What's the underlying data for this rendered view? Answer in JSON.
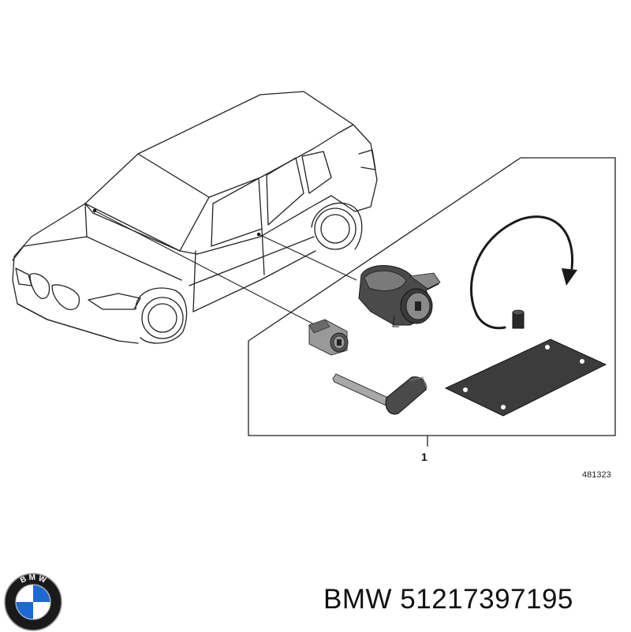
{
  "diagram": {
    "callout_number": "1",
    "reference_code": "481323"
  },
  "logo": {
    "letters": [
      "B",
      "M",
      "W"
    ],
    "colors": {
      "ring": "#1a1a1a",
      "blue": "#1c69d4",
      "white": "#ffffff"
    }
  },
  "footer": {
    "brand": "BMW",
    "part_number": "51217397195"
  }
}
